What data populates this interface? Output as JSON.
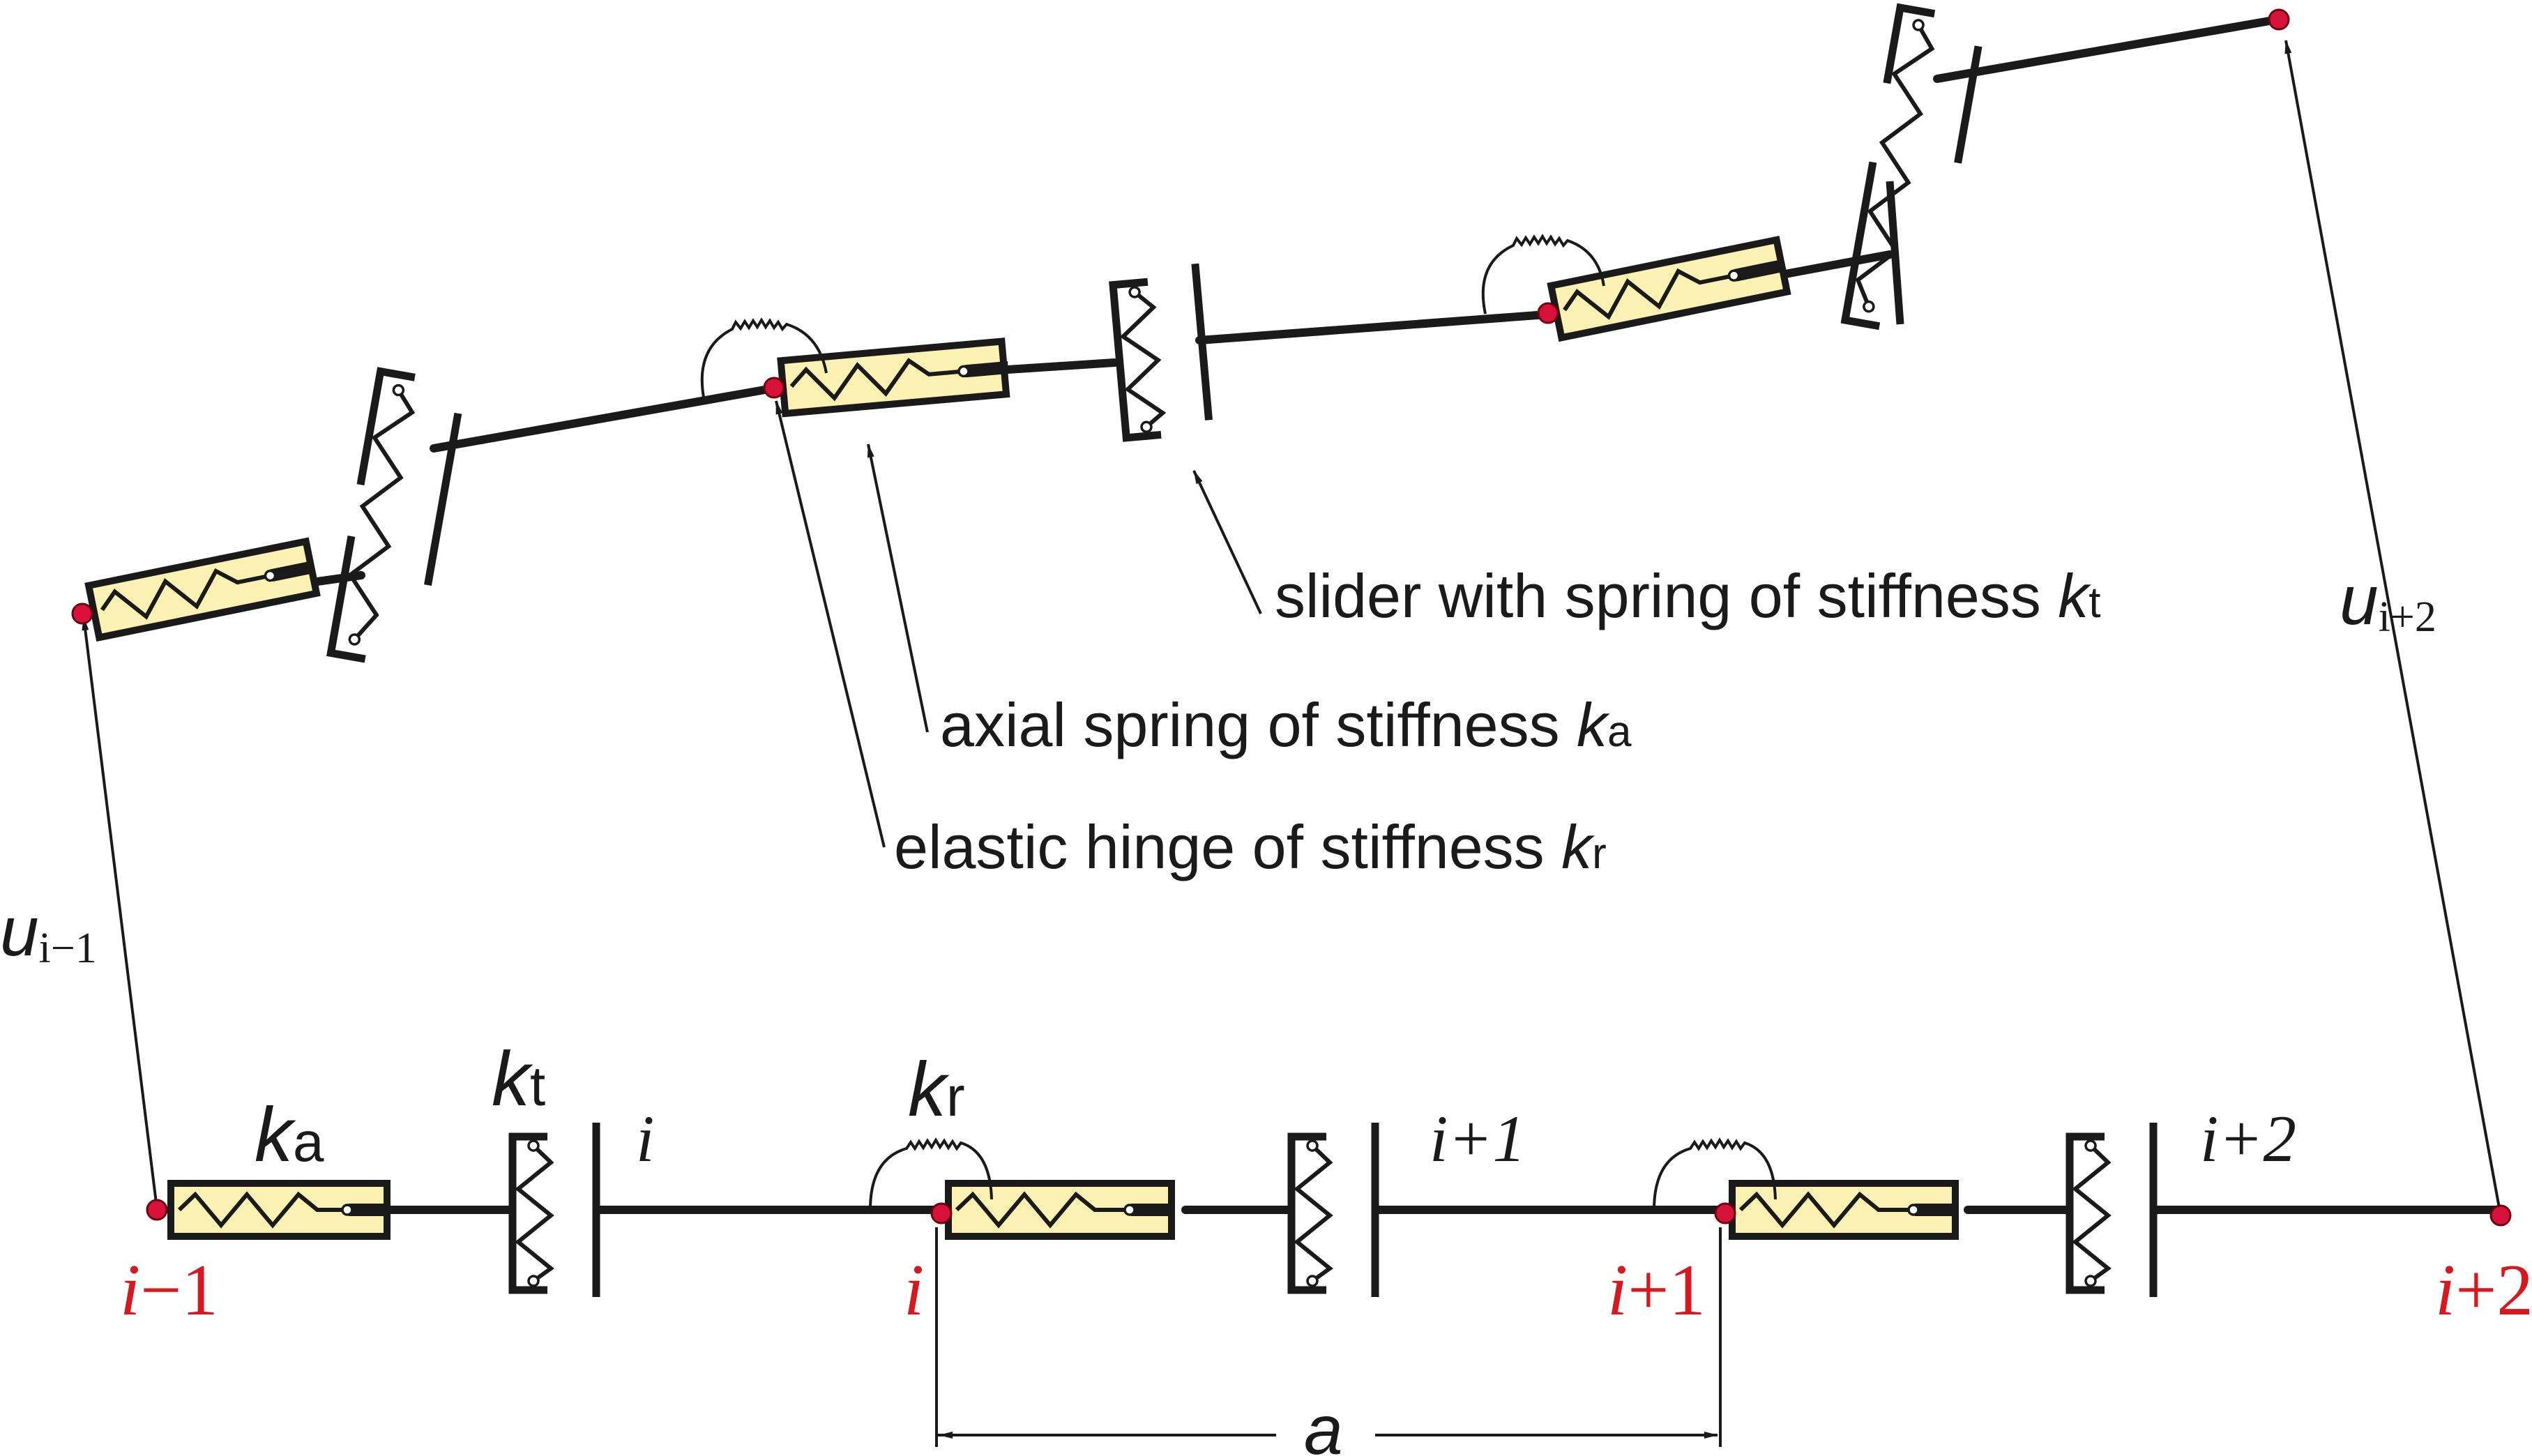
{
  "bottom_chain": {
    "node_labels": [
      {
        "i": "i",
        "suffix": "−1"
      },
      {
        "i": "i",
        "suffix": ""
      },
      {
        "i": "i",
        "suffix": "+1"
      },
      {
        "i": "i",
        "suffix": "+2"
      }
    ],
    "element_labels": [
      "i",
      "i+1",
      "i+2"
    ],
    "stiffness_labels": {
      "ka": {
        "k": "k",
        "sub": "a"
      },
      "kt": {
        "k": "k",
        "sub": "t"
      },
      "kr": {
        "k": "k",
        "sub": "r"
      }
    },
    "spacing_label": "a"
  },
  "displacements": {
    "left": {
      "u": "u",
      "sub": "i−1"
    },
    "right": {
      "u": "u",
      "sub": "i+2"
    }
  },
  "annotations": [
    {
      "text": "slider with spring of stiffness ",
      "k": "k",
      "sub": "t"
    },
    {
      "text": "axial spring of stiffness ",
      "k": "k",
      "sub": "a"
    },
    {
      "text": "elastic hinge of stiffness ",
      "k": "k",
      "sub": "r"
    }
  ],
  "colors": {
    "node": "#d7113a",
    "node_label": "#d7191f",
    "spring_fill": "#fbf1b3",
    "line": "#1a1a1a"
  }
}
